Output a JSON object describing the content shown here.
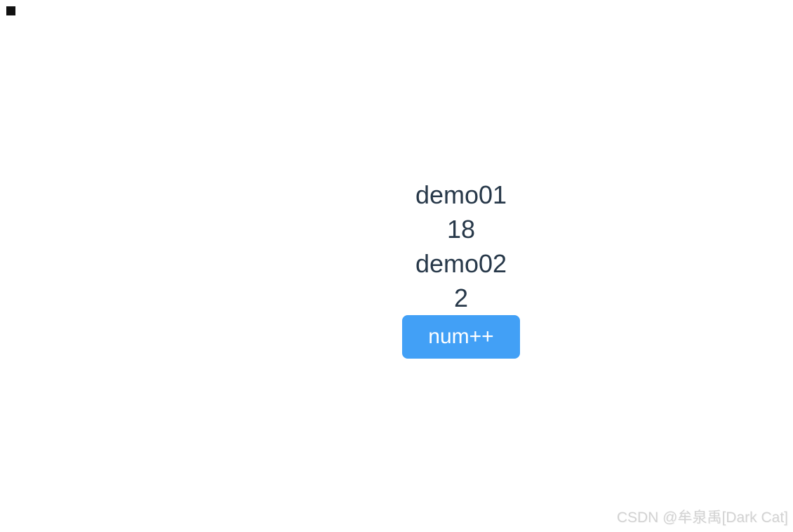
{
  "page": {
    "background_color": "#ffffff"
  },
  "content": {
    "lines": [
      {
        "label": "demo01"
      },
      {
        "label": "18"
      },
      {
        "label": "demo02"
      },
      {
        "label": "2"
      }
    ],
    "button_label": "num++",
    "text_color": "#273849",
    "button_color": "#42a0f6",
    "button_text_color": "#ffffff"
  },
  "watermark": {
    "text": "CSDN @牟泉禹[Dark Cat]",
    "color": "#d2d2d2"
  }
}
